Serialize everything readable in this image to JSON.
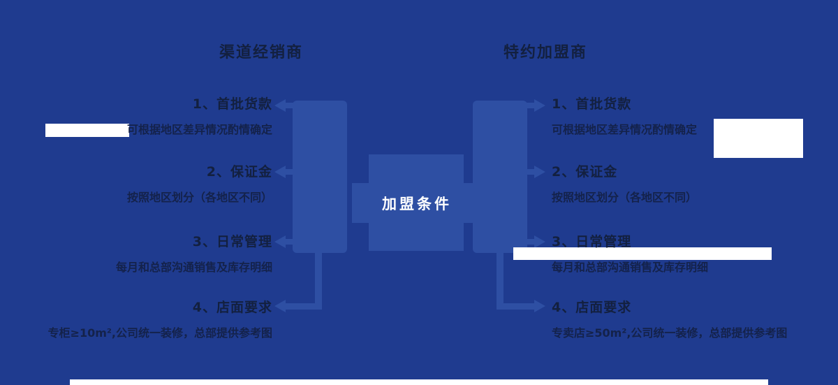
{
  "colors": {
    "background": "#1f3b8f",
    "shape": "#2e4fa3",
    "dark_text": "#13203f",
    "center_text": "#ffffff",
    "redaction": "#ffffff"
  },
  "center": {
    "label": "加盟条件"
  },
  "left": {
    "title": "渠道经销商",
    "items": [
      {
        "heading": "1、首批货款",
        "detail": "可根据地区差异情况酌情确定"
      },
      {
        "heading": "2、保证金",
        "detail": "按照地区划分（各地区不同）"
      },
      {
        "heading": "3、日常管理",
        "detail": "每月和总部沟通销售及库存明细"
      },
      {
        "heading": "4、店面要求",
        "detail": "专柜≥10m²,公司统一装修，总部提供参考图"
      }
    ]
  },
  "right": {
    "title": "特约加盟商",
    "items": [
      {
        "heading": "1、首批货款",
        "detail": "可根据地区差异情况酌情确定"
      },
      {
        "heading": "2、保证金",
        "detail": "按照地区划分（各地区不同）"
      },
      {
        "heading": "3、日常管理",
        "detail": "每月和总部沟通销售及库存明细"
      },
      {
        "heading": "4、店面要求",
        "detail": "专卖店≥50m²,公司统一装修，总部提供参考图"
      }
    ]
  }
}
